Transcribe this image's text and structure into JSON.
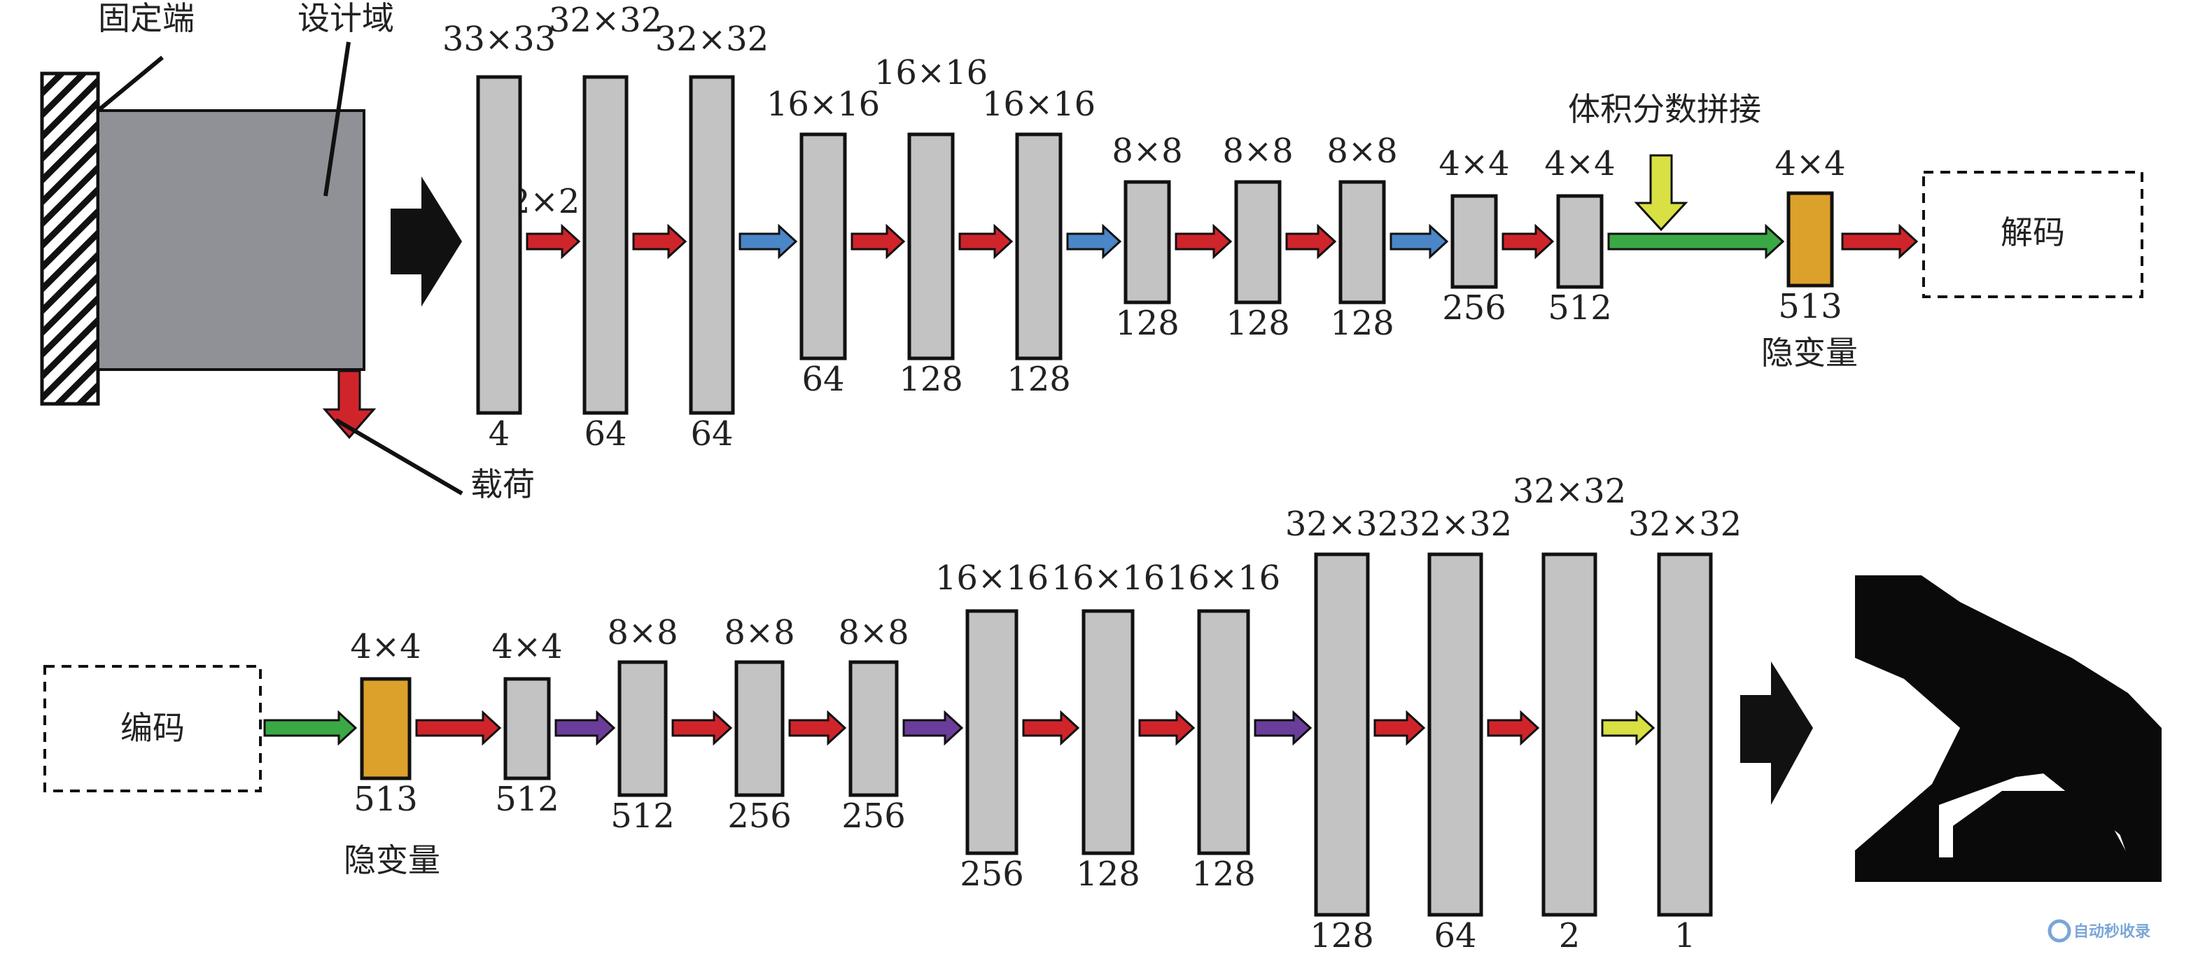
{
  "colors": {
    "red": "#d0242b",
    "blue": "#4a86c8",
    "purple": "#6a3d9a",
    "green": "#3aa845",
    "yellow": "#d8e043",
    "latent": "#dca12a",
    "layer": "#c3c3c3",
    "design_domain": "#8f9196"
  },
  "encoder": {
    "labels": {
      "fixed_end": "固定端",
      "design_domain": "设计域",
      "load": "载荷",
      "volume_fraction": "体积分数拼接",
      "decode": "解码",
      "latent": "隐变量",
      "pool": "2×2"
    },
    "layers": [
      {
        "size": "33×33",
        "channels": "4"
      },
      {
        "size": "32×32",
        "channels": "64"
      },
      {
        "size": "32×32",
        "channels": "64"
      },
      {
        "size": "16×16",
        "channels": "64"
      },
      {
        "size": "16×16",
        "channels": "128"
      },
      {
        "size": "16×16",
        "channels": "128"
      },
      {
        "size": "8×8",
        "channels": "128"
      },
      {
        "size": "8×8",
        "channels": "128"
      },
      {
        "size": "8×8",
        "channels": "128"
      },
      {
        "size": "4×4",
        "channels": "256"
      },
      {
        "size": "4×4",
        "channels": "512"
      },
      {
        "size": "4×4",
        "channels": "513"
      }
    ]
  },
  "decoder": {
    "labels": {
      "encode": "编码",
      "latent": "隐变量"
    },
    "layers": [
      {
        "size": "4×4",
        "channels": "513"
      },
      {
        "size": "4×4",
        "channels": "512"
      },
      {
        "size": "8×8",
        "channels": "512"
      },
      {
        "size": "8×8",
        "channels": "256"
      },
      {
        "size": "8×8",
        "channels": "256"
      },
      {
        "size": "16×16",
        "channels": "256"
      },
      {
        "size": "16×16",
        "channels": "128"
      },
      {
        "size": "16×16",
        "channels": "128"
      },
      {
        "size": "32×32",
        "channels": "128"
      },
      {
        "size": "32×32",
        "channels": "64"
      },
      {
        "size": "32×32",
        "channels": "2"
      },
      {
        "size": "32×32",
        "channels": "1"
      }
    ]
  },
  "watermark": {
    "text": "自动秒收录"
  }
}
